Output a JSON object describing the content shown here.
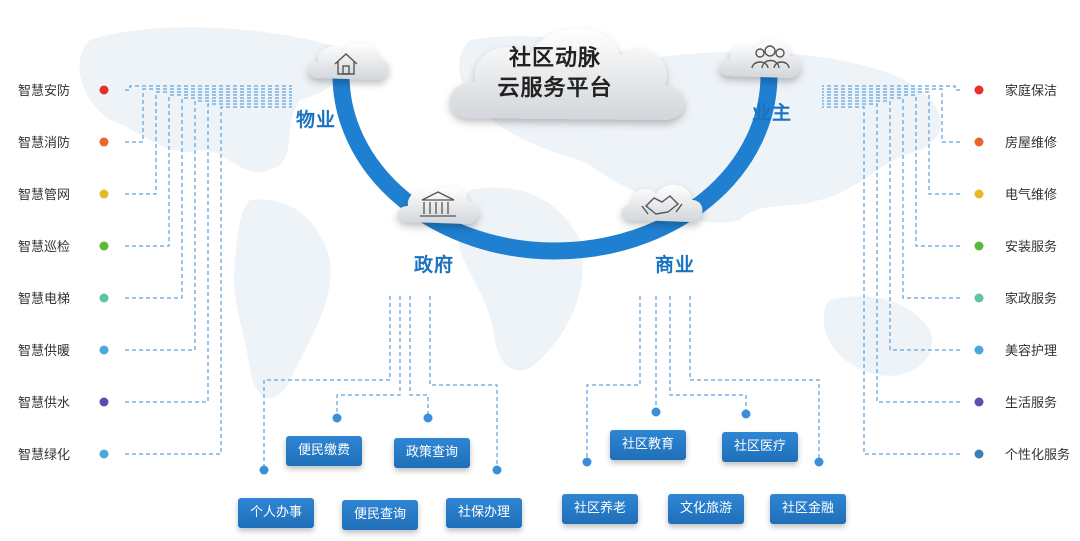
{
  "center": {
    "line1": "社区动脉",
    "line2": "云服务平台"
  },
  "nodes": {
    "property": "物业",
    "owner": "业主",
    "government": "政府",
    "business": "商业"
  },
  "left_items": [
    {
      "label": "智慧安防",
      "color": "#e8302b"
    },
    {
      "label": "智慧消防",
      "color": "#e8662b"
    },
    {
      "label": "智慧管网",
      "color": "#e8b82b"
    },
    {
      "label": "智慧巡检",
      "color": "#5cb83a"
    },
    {
      "label": "智慧电梯",
      "color": "#5fc4a6"
    },
    {
      "label": "智慧供暖",
      "color": "#4aa8e0"
    },
    {
      "label": "智慧供水",
      "color": "#5a4fb0"
    },
    {
      "label": "智慧绿化",
      "color": "#4aa8e0"
    }
  ],
  "right_items": [
    {
      "label": "家庭保洁",
      "color": "#e8302b"
    },
    {
      "label": "房屋维修",
      "color": "#e8662b"
    },
    {
      "label": "电气维修",
      "color": "#e8b82b"
    },
    {
      "label": "安装服务",
      "color": "#5cb83a"
    },
    {
      "label": "家政服务",
      "color": "#5fc4a6"
    },
    {
      "label": "美容护理",
      "color": "#4aa8e0"
    },
    {
      "label": "生活服务",
      "color": "#5a4fb0"
    },
    {
      "label": "个性化服务",
      "color": "#3a7fb8"
    }
  ],
  "gov_services": {
    "bill_payment": "便民缴费",
    "policy_query": "政策查询",
    "personal_affairs": "个人办事",
    "convenience_query": "便民查询",
    "social_security": "社保办理"
  },
  "biz_services": {
    "education": "社区教育",
    "medical": "社区医疗",
    "elderly_care": "社区养老",
    "culture_travel": "文化旅游",
    "finance": "社区金融"
  },
  "colors": {
    "arc": "#1f7fd0",
    "accent": "#1a73c0",
    "line": "#3a8fd8"
  }
}
